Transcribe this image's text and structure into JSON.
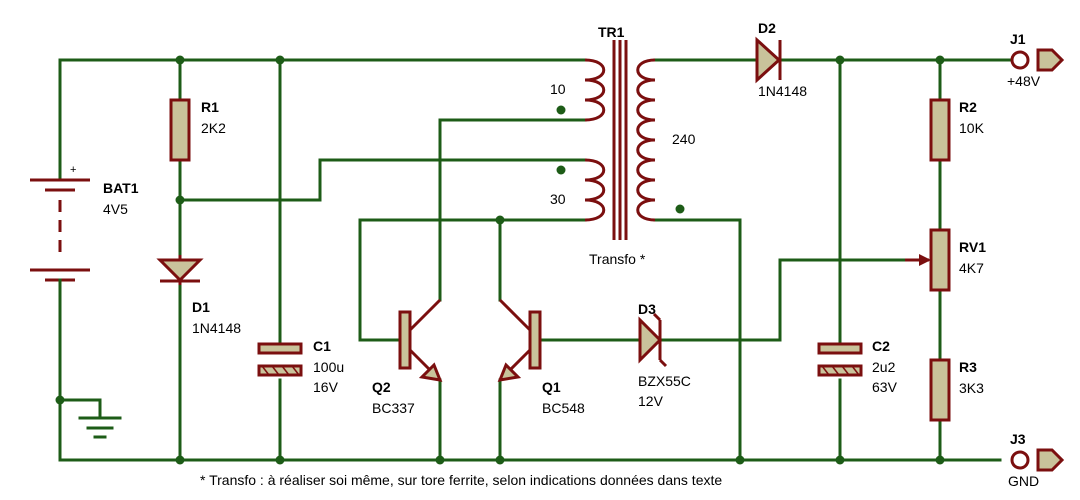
{
  "components": {
    "bat1": {
      "ref": "BAT1",
      "value": "4V5",
      "polarity": "+"
    },
    "r1": {
      "ref": "R1",
      "value": "2K2"
    },
    "d1": {
      "ref": "D1",
      "value": "1N4148"
    },
    "c1": {
      "ref": "C1",
      "value": "100u",
      "voltage": "16V"
    },
    "q2": {
      "ref": "Q2",
      "value": "BC337"
    },
    "q1": {
      "ref": "Q1",
      "value": "BC548"
    },
    "tr1": {
      "ref": "TR1",
      "value": "Transfo *",
      "turns_primary1": "10",
      "turns_primary2": "30",
      "turns_secondary": "240"
    },
    "d3": {
      "ref": "D3",
      "value": "BZX55C",
      "voltage": "12V"
    },
    "d2": {
      "ref": "D2",
      "value": "1N4148"
    },
    "c2": {
      "ref": "C2",
      "value": "2u2",
      "voltage": "63V"
    },
    "r2": {
      "ref": "R2",
      "value": "10K"
    },
    "rv1": {
      "ref": "RV1",
      "value": "4K7"
    },
    "r3": {
      "ref": "R3",
      "value": "3K3"
    },
    "j1": {
      "ref": "J1",
      "label": "+48V"
    },
    "j3": {
      "ref": "J3",
      "label": "GND"
    }
  },
  "footnote": "* Transfo : à réaliser soi même, sur tore ferrite, selon indications données dans texte",
  "colors": {
    "wire": "#1d5c17",
    "component": "#7b0f0f",
    "component_fill": "#c9c39b",
    "background": "#ffffff"
  }
}
